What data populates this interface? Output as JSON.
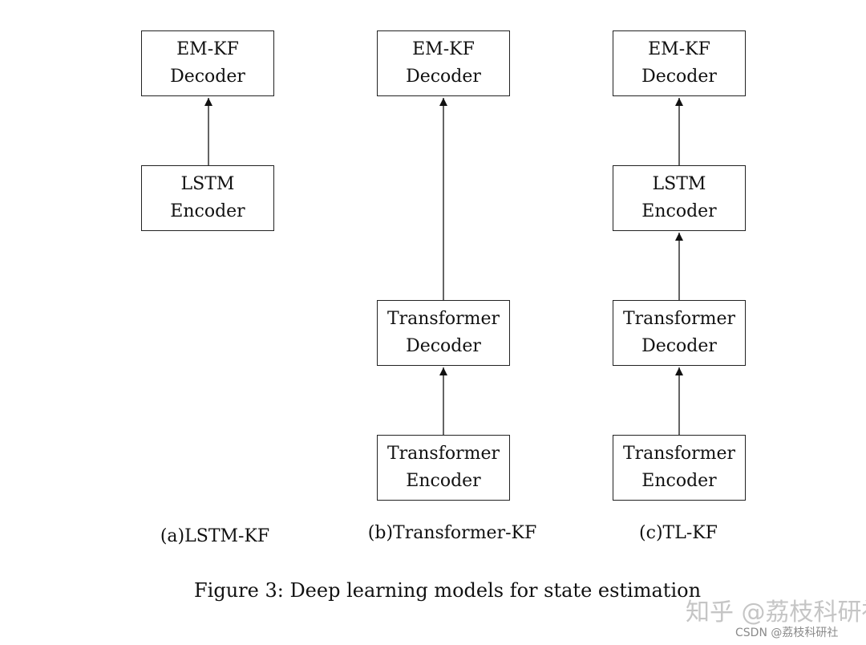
{
  "diagram": {
    "columns": [
      {
        "label": "(a)LSTM-KF",
        "boxes": [
          {
            "lines": [
              "EM-KF",
              "Decoder"
            ]
          },
          {
            "lines": [
              "LSTM",
              "Encoder"
            ]
          }
        ]
      },
      {
        "label": "(b)Transformer-KF",
        "boxes": [
          {
            "lines": [
              "EM-KF",
              "Decoder"
            ]
          },
          {
            "lines": [
              "Transformer",
              "Decoder"
            ]
          },
          {
            "lines": [
              "Transformer",
              "Encoder"
            ]
          }
        ]
      },
      {
        "label": "(c)TL-KF",
        "boxes": [
          {
            "lines": [
              "EM-KF",
              "Decoder"
            ]
          },
          {
            "lines": [
              "LSTM",
              "Encoder"
            ]
          },
          {
            "lines": [
              "Transformer",
              "Decoder"
            ]
          },
          {
            "lines": [
              "Transformer",
              "Encoder"
            ]
          }
        ]
      }
    ],
    "caption": "Figure 3: Deep learning models for state estimation"
  },
  "watermark": {
    "main": "知乎 @荔枝科研社",
    "sub": "CSDN @荔枝科研社"
  }
}
